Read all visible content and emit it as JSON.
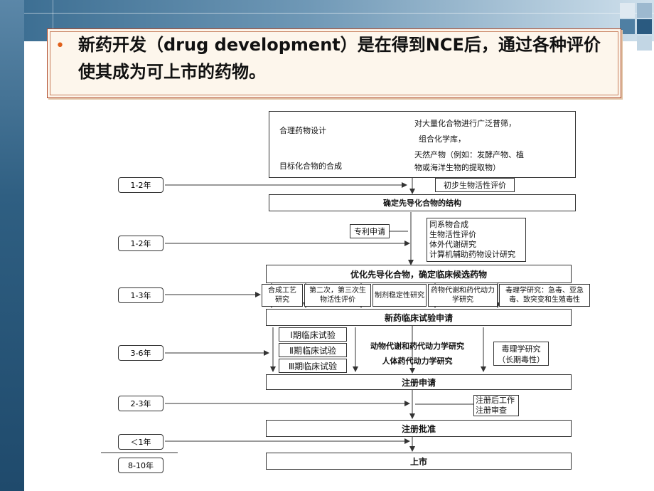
{
  "slide": {
    "bullet": "•",
    "title": "新药开发（drug development）是在得到NCE后，通过各种评价使其成为可上市的药物。"
  },
  "colors": {
    "accent": "#e0601a",
    "frame": "#b04a2a",
    "sidebar": "#2f5f82"
  },
  "diagram": {
    "design": {
      "rational": "合理药物设计",
      "target_synthesis": "目标化合物的合成",
      "screening": "对大量化合物进行广泛普筛，",
      "combinatorial": "组合化学库，",
      "natural1": "天然产物（例如：发酵产物、植",
      "natural2": "物或海洋生物的提取物）"
    },
    "prelim_eval": "初步生物活性评价",
    "lead_structure": "确定先导化合物的结构",
    "patent": "专利申请",
    "lead_opt_list": [
      "同系物合成",
      "生物活性评价",
      "体外代谢研究",
      "计算机辅助药物设计研究"
    ],
    "optimize": "优化先导化合物，确定临床候选药物",
    "studies": [
      "合成工艺研究",
      "第二次，第三次生物活性评价",
      "制剂稳定性研究",
      "药物代谢和药代动力学研究",
      "毒理学研究：急毒、亚急毒、致突变和生殖毒性"
    ],
    "ind": "新药临床试验申请",
    "phases": [
      "Ⅰ期临床试验",
      "Ⅱ期临床试验",
      "Ⅲ期临床试验"
    ],
    "pk1": "动物代谢和药代动力学研究",
    "pk2": "人体药代动力学研究",
    "tox1": "毒理学研究",
    "tox2": "（长期毒性）",
    "nda": "注册申请",
    "post1": "注册后工作",
    "post2": "注册审查",
    "approval": "注册批准",
    "market": "上市"
  },
  "timeline": [
    "1-2年",
    "1-2年",
    "1-3年",
    "3-6年",
    "2-3年",
    "＜1年",
    "8-10年"
  ]
}
